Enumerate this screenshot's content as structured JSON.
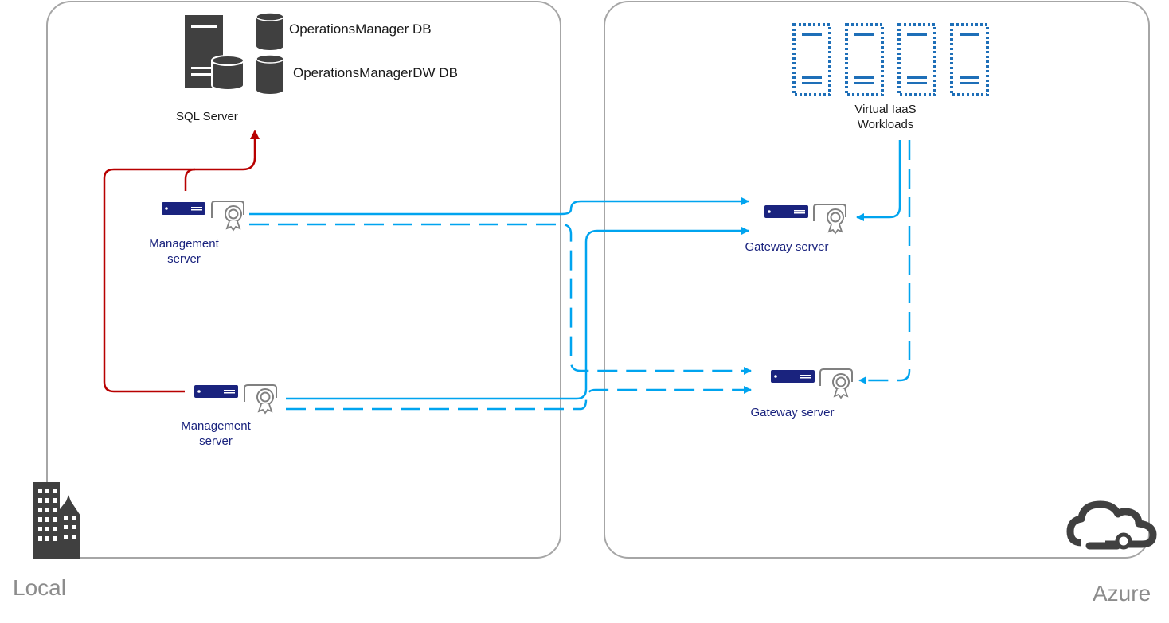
{
  "zones": {
    "local": {
      "label": "Local"
    },
    "azure": {
      "label": "Azure"
    }
  },
  "sql": {
    "server_label": "SQL Server",
    "db1_label": "OperationsManager DB",
    "db2_label": "OperationsManagerDW DB"
  },
  "management_servers": [
    {
      "label_line1": "Management",
      "label_line2": "server"
    },
    {
      "label_line1": "Management",
      "label_line2": "server"
    }
  ],
  "gateway_servers": [
    {
      "label": "Gateway server"
    },
    {
      "label": "Gateway server"
    }
  ],
  "workloads": {
    "label_line1": "Virtual IaaS",
    "label_line2": "Workloads"
  },
  "colors": {
    "frame": "#a6a6a6",
    "icon_gray": "#404040",
    "server_navy": "#1a237e",
    "link_blue": "#00a4ef",
    "sql_red": "#b80000",
    "vm_blue": "#1e6fb8",
    "zone_text": "#8c8c8c"
  }
}
